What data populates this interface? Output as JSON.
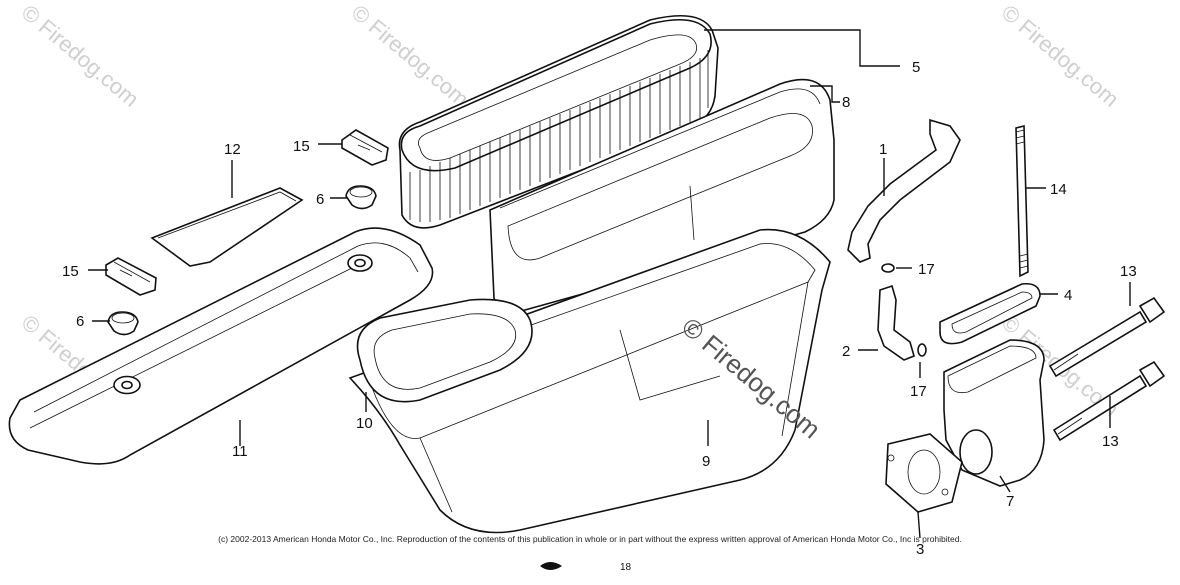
{
  "watermark": {
    "text": "Firedog.com",
    "symbol": "©"
  },
  "callouts": {
    "c1": "1",
    "c2": "2",
    "c3": "3",
    "c4": "4",
    "c5": "5",
    "c6a": "6",
    "c6b": "6",
    "c7": "7",
    "c8": "8",
    "c9": "9",
    "c10": "10",
    "c11": "11",
    "c12": "12",
    "c13a": "13",
    "c13b": "13",
    "c14": "14",
    "c15a": "15",
    "c15b": "15",
    "c17a": "17",
    "c17b": "17"
  },
  "page_marker": "18",
  "copyright": "(c) 2002-2013 American Honda Motor Co., Inc. Reproduction of the contents of this publication in whole or in part without the express written approval of American Honda Motor Co., Inc is prohibited."
}
